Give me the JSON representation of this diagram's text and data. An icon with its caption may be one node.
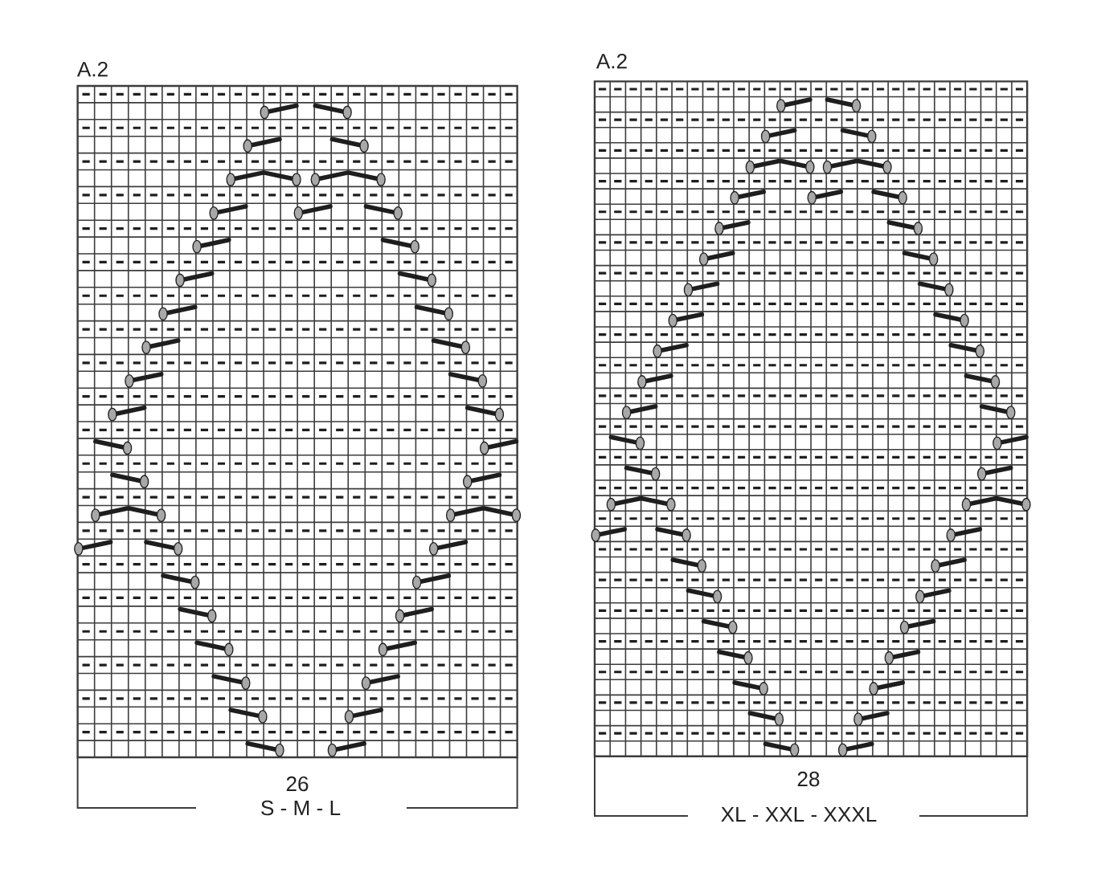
{
  "diagram": {
    "labels": [
      "A.2",
      "26",
      "S - M - L",
      "A.2",
      "28",
      "XL - XXL - XXXL"
    ]
  }
}
